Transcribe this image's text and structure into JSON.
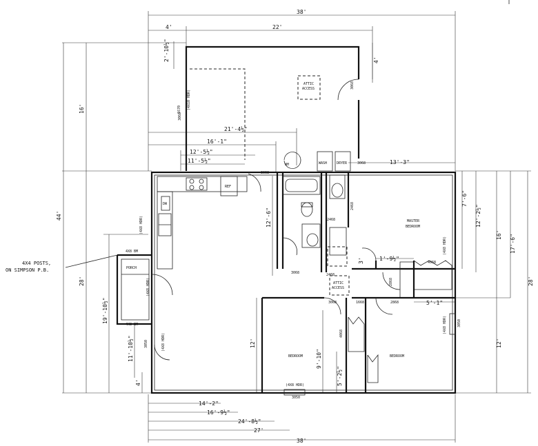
{
  "dimensions": {
    "overall_top": "38'",
    "overall_bottom": "38'",
    "top_left_4": "4'",
    "top_22": "22'",
    "left_2_10": "2'-10½\"",
    "right_4": "4'",
    "garage_16": "16'",
    "total_44": "44'",
    "house_28_left": "28'",
    "house_28_right": "28'",
    "d_21_4": "21'-4½\"",
    "d_16_1": "16'-1\"",
    "d_12_5": "12'-5½\"",
    "d_11_5": "11'-5½\"",
    "d_13_3": "13'-3\"",
    "d_12_6": "12'-6\"",
    "d_7_6": "7'-6\"",
    "d_12_2": "12'-2½\"",
    "d_16": "16'",
    "d_17_6": "17'-6\"",
    "d_1_9": "1'-9½\"",
    "d_3": "3'",
    "d_5_1": "5'-1\"",
    "d_19_10": "19'-10½\"",
    "d_11_10": "11'-10½\"",
    "d_4": "4'",
    "d_12_left": "12'",
    "d_12_right": "12'",
    "d_9_10": "9'-10\"",
    "d_5_2": "5'-2½\"",
    "d_14_2": "14'-2\"",
    "d_16_9": "16'-9½\"",
    "d_24_8": "24'-8½\"",
    "d_27": "27'"
  },
  "labels": {
    "posts_note_1": "4X4 POSTS,",
    "posts_note_2": "ON SIMPSON P.B.",
    "attic_access_1": "ATTIC",
    "attic_access_2": "ACCESS",
    "attic_access_3": "ATTIC",
    "attic_access_4": "ACCESS",
    "wh": "WH",
    "wash": "WASH",
    "dryer": "DRYER",
    "ref": "REF",
    "dw": "DW",
    "porch": "PORCH",
    "master_1": "MASTER",
    "master_2": "BEDROOM",
    "bedroom_1": "BEDROOM",
    "bedroom_2": "BEDROOM",
    "hdr_4x10": "(4X10 HDR)",
    "hdr_4x8": "(4X8 HDR)",
    "hdr_4x8_b": "(4X8 HDR)",
    "hdr_4x8_c": "(4X8 HDR)",
    "hdr_4x8_d": "(4X8 HDR)",
    "hdr_4x8_e": "(4X8 HDR)",
    "hdr_4x8_f": "(4X8 HDR)",
    "bm_1": "4X8 BM",
    "bm_2": "4X8 BM",
    "door_1670": "1670",
    "door_3068_a": "3068",
    "door_3068_b": "3068",
    "door_3068_c": "3068",
    "door_3068_d": "3068",
    "door_3068_e": "3068",
    "door_2468_a": "2468",
    "door_2468_b": "2468",
    "door_2468_c": "2468",
    "door_2868": "2868",
    "door_3050_a": "3050",
    "door_3050_b": "3050",
    "door_3050_c": "3050",
    "door_4068_a": "4068",
    "door_4068_b": "4068",
    "door_3068_f": "3068",
    "door_1668": "1668",
    "door_2868_b": "2868",
    "door_3068_g": "3068",
    "door_3068_h": "3068"
  }
}
